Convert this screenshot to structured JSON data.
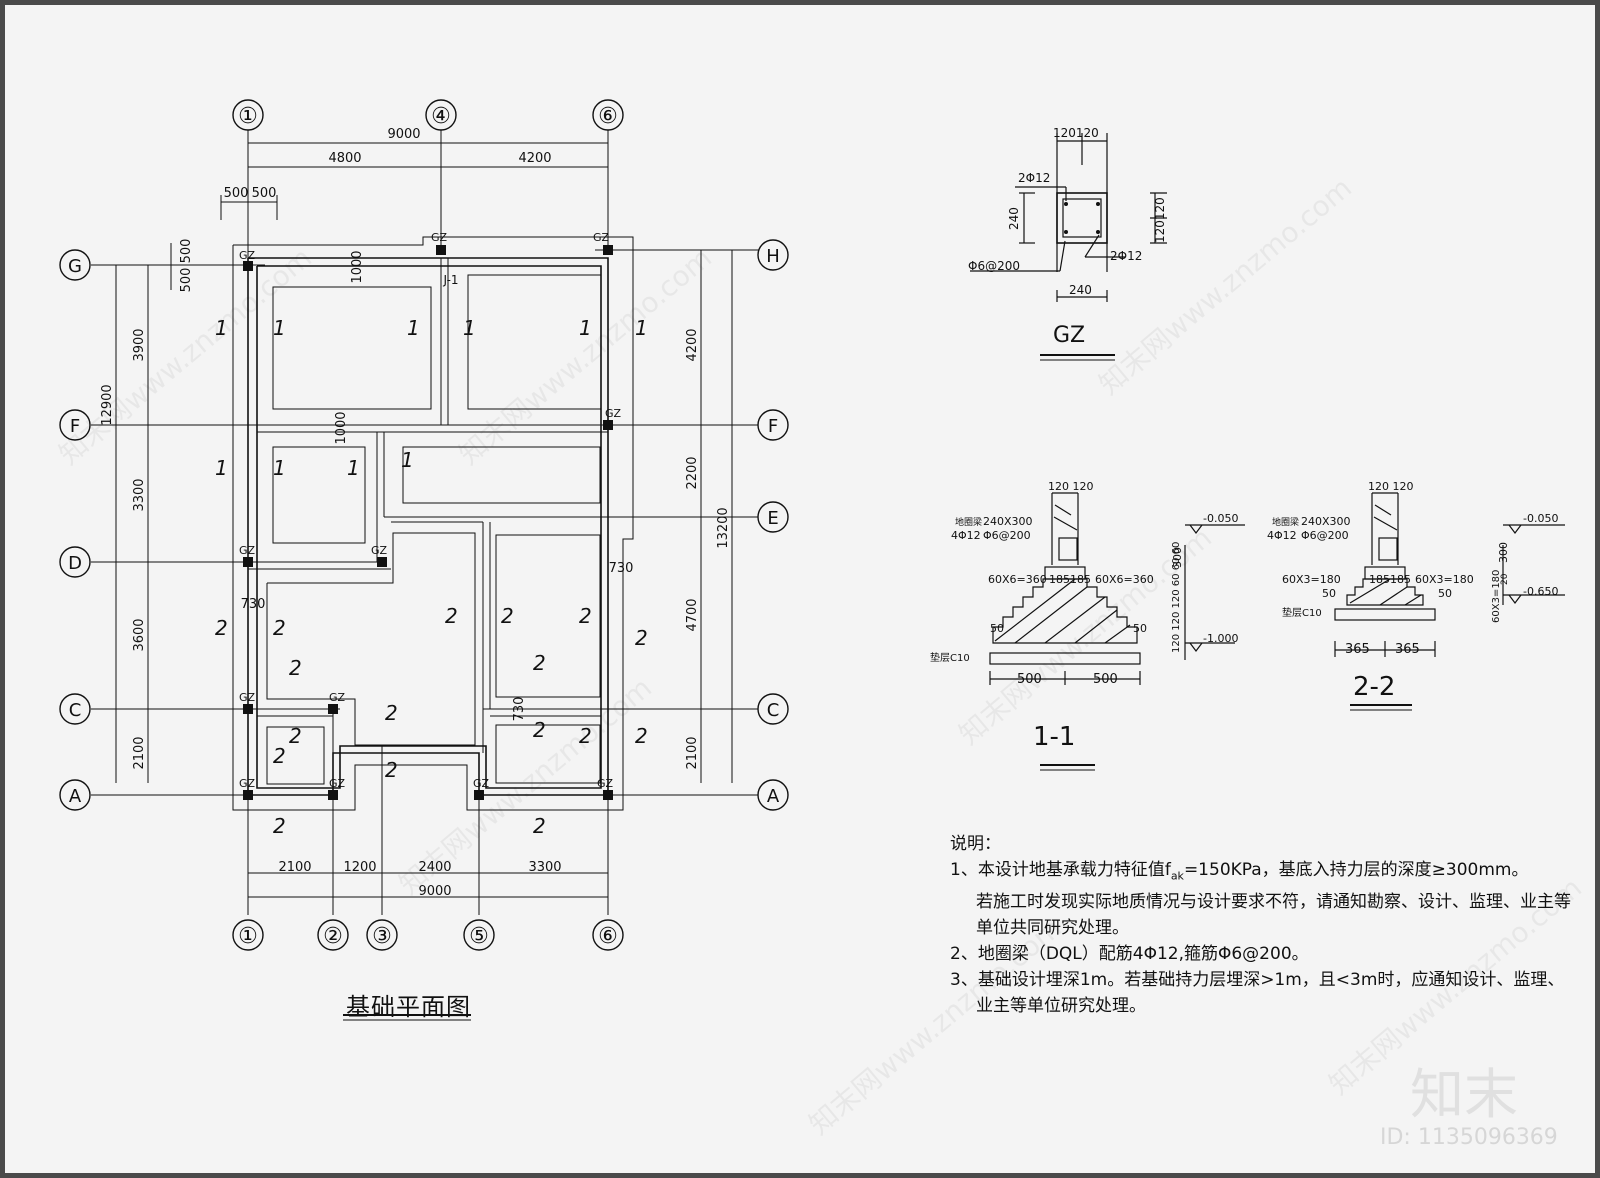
{
  "plan": {
    "title": "基础平面图",
    "dims_top": [
      "9000",
      "4800",
      "4200"
    ],
    "dims_small": [
      "500",
      "500"
    ],
    "dims_bottom": [
      "2100",
      "1200",
      "2400",
      "3300",
      "9000"
    ],
    "dims_left": [
      "500",
      "500",
      "3900",
      "12900",
      "3300",
      "3600",
      "2100"
    ],
    "dims_right": [
      "4200",
      "2200",
      "13200",
      "4700",
      "2100"
    ],
    "dims_inner": [
      "1000",
      "1000",
      "730",
      "730",
      "730"
    ],
    "axes_top": [
      "①",
      "④",
      "⑥"
    ],
    "axes_bottom": [
      "①",
      "②",
      "③",
      "⑤",
      "⑥"
    ],
    "axes_left": [
      "G",
      "F",
      "D",
      "C",
      "A"
    ],
    "axes_right": [
      "H",
      "F",
      "E",
      "C",
      "A"
    ],
    "gz": "GZ",
    "j1": "J-1"
  },
  "gz_detail": {
    "title": "GZ",
    "top_dims": "120120",
    "bar_top": "2Φ12",
    "bar_bottom": "2Φ12",
    "dim_left": "240",
    "dim_right": "120120",
    "stirrup": "Φ6@200",
    "dim_bottom": "240"
  },
  "section11": {
    "title": "1-1",
    "top": "120 120",
    "beam_name": "地圈梁",
    "beam_size": "240X300",
    "beam_bar": "4Φ12",
    "beam_stir": "Φ6@200",
    "elev1": "-0.050",
    "elev2": "-1.000",
    "dim300": "300",
    "step_left": "60X6=360",
    "step_right": "60X6=360",
    "mid": "185185",
    "d50a": "50",
    "d50b": "50",
    "pad": "垫层C10",
    "w1": "500",
    "w2": "500",
    "vdims": "120 120 120 60 60 60"
  },
  "section22": {
    "title": "2-2",
    "top": "120 120",
    "beam_name": "地圈梁",
    "beam_size": "240X300",
    "beam_bar": "4Φ12",
    "beam_stir": "Φ6@200",
    "elev1": "-0.050",
    "elev2": "-0.650",
    "dim300": "300",
    "step_left": "60X3=180",
    "step_right": "60X3=180",
    "mid": "185185",
    "d50a": "50",
    "d50b": "50",
    "pad": "垫层C10",
    "w1": "365",
    "w2": "365",
    "vdim": "60X3=180",
    "v20": "20"
  },
  "notes": {
    "heading": "说明：",
    "n1a": "1、本设计地基承载力特征值f",
    "n1sub": "ak",
    "n1b": "=150KPa，基底入持力层的深度≥300mm。",
    "n1c": "若施工时发现实际地质情况与设计要求不符，请通知勘察、设计、监理、业主等",
    "n1d": "单位共同研究处理。",
    "n2": "2、地圈梁（DQL）配筋4Φ12,箍筋Φ6@200。",
    "n3a": "3、基础设计埋深1m。若基础持力层埋深>1m，且<3m时，应通知设计、监理、",
    "n3b": "业主等单位研究处理。"
  },
  "brand": {
    "logo": "知末",
    "id": "ID: 1135096369",
    "watermark": "知末网www.znzmo.com"
  }
}
